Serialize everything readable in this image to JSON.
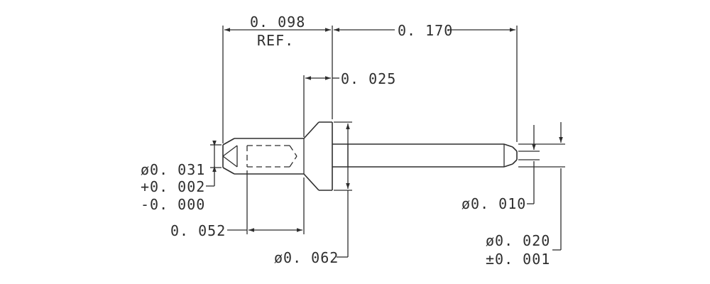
{
  "drawing": {
    "line_color": "#2e2e2e",
    "background": "#ffffff",
    "dimensions": {
      "overall_ref": {
        "value": "0. 098",
        "note": "REF."
      },
      "shank_length": {
        "value": "0. 170"
      },
      "head_thickness": {
        "value": "0. 025"
      },
      "bore_diameter": {
        "lines": [
          "ø0. 031",
          "+0. 002",
          "-0. 000"
        ]
      },
      "bore_depth": {
        "value": "0. 052"
      },
      "head_diameter": {
        "value": "ø0. 062"
      },
      "tip_diameter": {
        "value": "ø0. 010"
      },
      "shank_diameter": {
        "lines": [
          "ø0. 020",
          "±0. 001"
        ]
      }
    }
  }
}
